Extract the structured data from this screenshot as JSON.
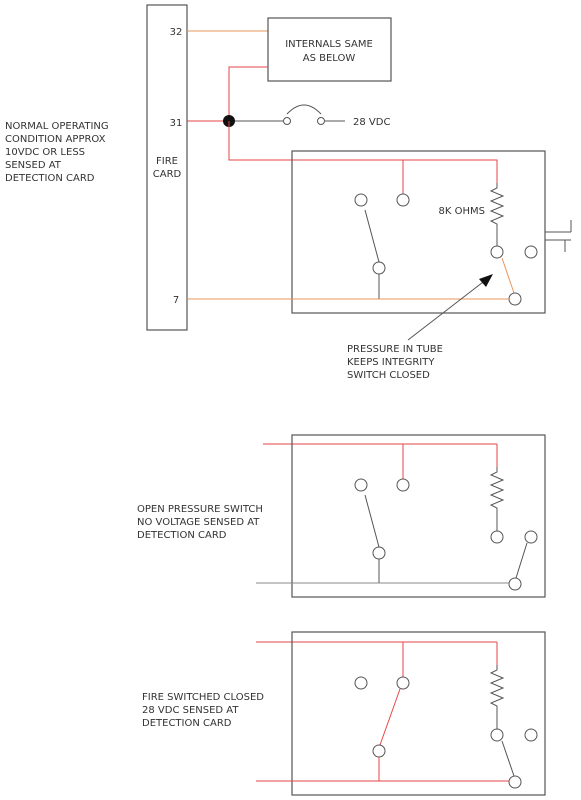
{
  "fire_card": {
    "label_line1": "FIRE",
    "label_line2": "CARD",
    "pin_32": "32",
    "pin_31": "31",
    "pin_7": "7"
  },
  "internals_box": {
    "line1": "INTERNALS SAME",
    "line2": "AS BELOW"
  },
  "supply_label": "28 VDC",
  "resistor_label": "8K OHMS",
  "normal_note": [
    "NORMAL OPERATING",
    "CONDITION APPROX",
    "10VDC OR LESS",
    "SENSED AT",
    "DETECTION CARD"
  ],
  "pressure_note": [
    "PRESSURE IN TUBE",
    "KEEPS INTEGRITY",
    "SWITCH CLOSED"
  ],
  "open_note": [
    "OPEN PRESSURE SWITCH",
    "NO VOLTAGE SENSED AT",
    "DETECTION CARD"
  ],
  "fire_note": [
    "FIRE SWITCHED CLOSED",
    "28 VDC SENSED AT",
    "DETECTION CARD"
  ],
  "colors": {
    "wire_red": "#e64545",
    "wire_orange": "#e8955a",
    "wire_grey": "#888888",
    "outline": "#555555"
  }
}
